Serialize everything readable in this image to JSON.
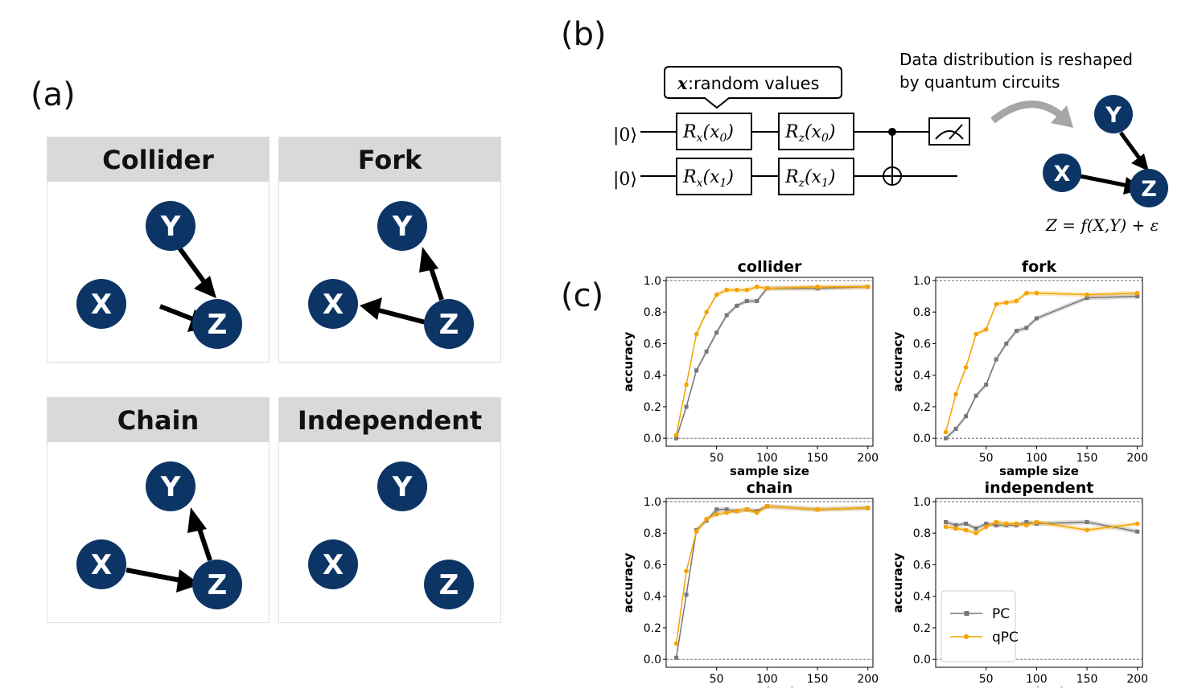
{
  "panels": {
    "a": "(a)",
    "b": "(b)",
    "c": "(c)"
  },
  "motifs": [
    {
      "title": "Collider",
      "nodes": {
        "X": "X",
        "Y": "Y",
        "Z": "Z"
      }
    },
    {
      "title": "Fork",
      "nodes": {
        "X": "X",
        "Y": "Y",
        "Z": "Z"
      }
    },
    {
      "title": "Chain",
      "nodes": {
        "X": "X",
        "Y": "Y",
        "Z": "Z"
      }
    },
    {
      "title": "Independent",
      "nodes": {
        "X": "X",
        "Y": "Y",
        "Z": "Z"
      }
    }
  ],
  "circuit": {
    "callout_var": "x",
    "callout_text": ":random values",
    "ket": "|0⟩",
    "gates": [
      "R",
      "R",
      "R",
      "R"
    ],
    "reshape_note": [
      "Data distribution is reshaped",
      "by quantum circuits"
    ],
    "equation": "Z = f(X,Y) + ε",
    "graph_nodes": {
      "X": "X",
      "Y": "Y",
      "Z": "Z"
    }
  },
  "colors": {
    "node": "#0c3566",
    "pc": "#777777",
    "qpc": "#f5a300",
    "header": "#d9d9d9"
  },
  "chart_data": [
    {
      "type": "line",
      "title": "collider",
      "xlabel": "sample size",
      "ylabel": "accuracy",
      "xlim": [
        0,
        205
      ],
      "ylim": [
        -0.05,
        1.02
      ],
      "xticks": [
        50,
        100,
        150,
        200
      ],
      "yticks": [
        0.0,
        0.2,
        0.4,
        0.6,
        0.8,
        1.0
      ],
      "ref_lines": [
        0.0,
        1.0
      ],
      "series": [
        {
          "name": "PC",
          "x": [
            10,
            20,
            30,
            40,
            50,
            60,
            70,
            80,
            90,
            100,
            150,
            200
          ],
          "y": [
            0.0,
            0.2,
            0.43,
            0.55,
            0.67,
            0.78,
            0.84,
            0.87,
            0.87,
            0.95,
            0.95,
            0.96
          ]
        },
        {
          "name": "qPC",
          "x": [
            10,
            20,
            30,
            40,
            50,
            60,
            70,
            80,
            90,
            100,
            150,
            200
          ],
          "y": [
            0.02,
            0.34,
            0.66,
            0.8,
            0.91,
            0.94,
            0.94,
            0.94,
            0.96,
            0.95,
            0.96,
            0.96
          ]
        }
      ]
    },
    {
      "type": "line",
      "title": "fork",
      "xlabel": "sample size",
      "ylabel": "accuracy",
      "xlim": [
        0,
        205
      ],
      "ylim": [
        -0.05,
        1.02
      ],
      "xticks": [
        50,
        100,
        150,
        200
      ],
      "yticks": [
        0.0,
        0.2,
        0.4,
        0.6,
        0.8,
        1.0
      ],
      "ref_lines": [
        0.0,
        1.0
      ],
      "series": [
        {
          "name": "PC",
          "x": [
            10,
            20,
            30,
            40,
            50,
            60,
            70,
            80,
            90,
            100,
            150,
            200
          ],
          "y": [
            0.0,
            0.06,
            0.14,
            0.27,
            0.34,
            0.5,
            0.6,
            0.68,
            0.7,
            0.76,
            0.89,
            0.9
          ]
        },
        {
          "name": "qPC",
          "x": [
            10,
            20,
            30,
            40,
            50,
            60,
            70,
            80,
            90,
            100,
            150,
            200
          ],
          "y": [
            0.04,
            0.28,
            0.45,
            0.66,
            0.69,
            0.85,
            0.86,
            0.87,
            0.92,
            0.92,
            0.91,
            0.92
          ]
        }
      ]
    },
    {
      "type": "line",
      "title": "chain",
      "xlabel": "sample size",
      "ylabel": "accuracy",
      "xlim": [
        0,
        205
      ],
      "ylim": [
        -0.05,
        1.02
      ],
      "xticks": [
        50,
        100,
        150,
        200
      ],
      "yticks": [
        0.0,
        0.2,
        0.4,
        0.6,
        0.8,
        1.0
      ],
      "ref_lines": [
        0.0,
        1.0
      ],
      "series": [
        {
          "name": "PC",
          "x": [
            10,
            20,
            30,
            40,
            50,
            60,
            70,
            80,
            90,
            100,
            150,
            200
          ],
          "y": [
            0.01,
            0.41,
            0.82,
            0.88,
            0.95,
            0.95,
            0.94,
            0.95,
            0.94,
            0.97,
            0.95,
            0.96
          ]
        },
        {
          "name": "qPC",
          "x": [
            10,
            20,
            30,
            40,
            50,
            60,
            70,
            80,
            90,
            100,
            150,
            200
          ],
          "y": [
            0.1,
            0.56,
            0.81,
            0.89,
            0.92,
            0.93,
            0.94,
            0.95,
            0.93,
            0.97,
            0.95,
            0.96
          ]
        }
      ]
    },
    {
      "type": "line",
      "title": "independent",
      "xlabel": "sample size",
      "ylabel": "accuracy",
      "xlim": [
        0,
        205
      ],
      "ylim": [
        -0.05,
        1.02
      ],
      "xticks": [
        50,
        100,
        150,
        200
      ],
      "yticks": [
        0.0,
        0.2,
        0.4,
        0.6,
        0.8,
        1.0
      ],
      "ref_lines": [
        0.0,
        1.0
      ],
      "legend": {
        "placement": "lower-left",
        "entries": [
          "PC",
          "qPC"
        ]
      },
      "series": [
        {
          "name": "PC",
          "x": [
            10,
            20,
            30,
            40,
            50,
            60,
            70,
            80,
            90,
            100,
            150,
            200
          ],
          "y": [
            0.87,
            0.85,
            0.86,
            0.83,
            0.86,
            0.85,
            0.85,
            0.85,
            0.87,
            0.86,
            0.87,
            0.81
          ]
        },
        {
          "name": "qPC",
          "x": [
            10,
            20,
            30,
            40,
            50,
            60,
            70,
            80,
            90,
            100,
            150,
            200
          ],
          "y": [
            0.84,
            0.83,
            0.82,
            0.8,
            0.84,
            0.87,
            0.86,
            0.86,
            0.85,
            0.87,
            0.82,
            0.86
          ]
        }
      ]
    }
  ]
}
